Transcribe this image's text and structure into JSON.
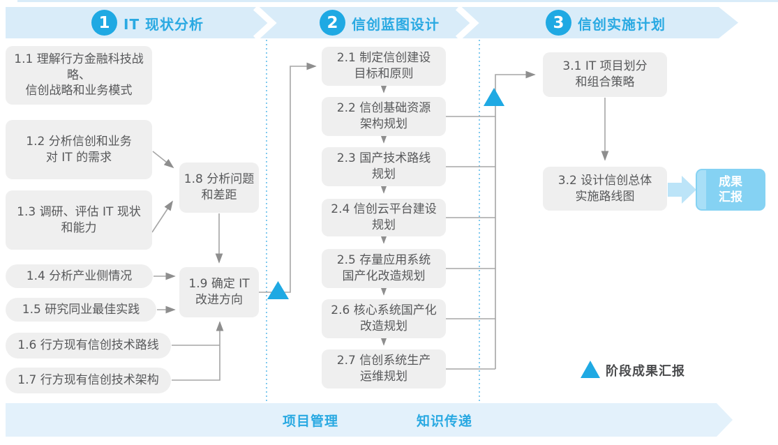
{
  "header": {
    "phases": [
      {
        "number": "1",
        "title": "IT 现状分析"
      },
      {
        "number": "2",
        "title": "信创蓝图设计"
      },
      {
        "number": "3",
        "title": "信创实施计划"
      }
    ]
  },
  "phase1": {
    "boxes": {
      "b11": "1.1 理解行方金融科技战略、\n信创战略和业务模式",
      "b12": "1.2 分析信创和业务\n对 IT 的需求",
      "b13": "1.3 调研、评估 IT 现状\n和能力",
      "b14": "1.4 分析产业侧情况",
      "b15": "1.5 研究同业最佳实践",
      "b16": "1.6 行方现有信创技术路线",
      "b17": "1.7 行方现有信创技术架构",
      "b18": "1.8 分析问题\n和差距",
      "b19": "1.9 确定 IT\n改进方向"
    }
  },
  "phase2": {
    "boxes": {
      "b21": "2.1 制定信创建设\n目标和原则",
      "b22": "2.2 信创基础资源\n架构规划",
      "b23": "2.3 国产技术路线\n规划",
      "b24": "2.4 信创云平台建设\n规划",
      "b25": "2.5 存量应用系统\n国产化改造规划",
      "b26": "2.6 核心系统国产化\n改造规划",
      "b27": "2.7 信创系统生产\n运维规划"
    }
  },
  "phase3": {
    "boxes": {
      "b31": "3.1 IT 项目划分\n和组合策略",
      "b32": "3.2 设计信创总体\n实施路线图"
    },
    "result": "成果\n汇报"
  },
  "footer": {
    "labels": [
      "项目管理",
      "知识传递"
    ]
  },
  "legend": {
    "milestone": "阶段成果汇报"
  },
  "colors": {
    "accent_blue": "#1FA9E3",
    "title_blue": "#29A9E2",
    "band_top": "#D9ECF9",
    "band_bottom": "#E3F1FB",
    "node_fill": "#EFEFEF",
    "node_text": "#57585A",
    "connector_gray": "#A5A5A5",
    "result_fill": "#85D2F3",
    "result_strip": "#A8DFF7",
    "big_arrow": "#BCE4F8",
    "dotted_divider": "#7FC9EF"
  }
}
